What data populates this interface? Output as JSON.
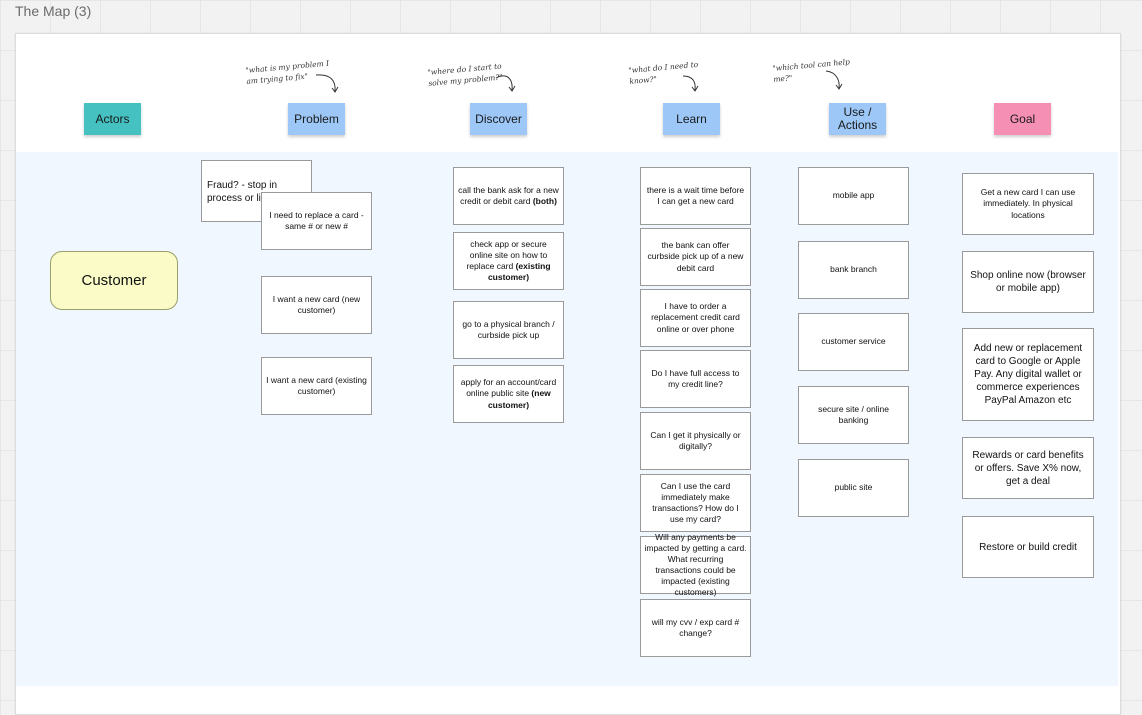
{
  "frame_title": "The Map (3)",
  "headers": [
    {
      "label": "Actors",
      "color": "#45c1c1"
    },
    {
      "label": "Problem",
      "color": "#9cc7f7"
    },
    {
      "label": "Discover",
      "color": "#9cc7f7"
    },
    {
      "label": "Learn",
      "color": "#9cc7f7"
    },
    {
      "label": "Use /\nActions",
      "color": "#9cc7f7"
    },
    {
      "label": "Goal",
      "color": "#f58fb3"
    }
  ],
  "annotations": [
    "\"what is my problem I\nam trying to fix\"",
    "\"where do I start to\nsolve my problem?\"",
    "\"what do I need to\nknow?\"",
    "\"which tool can help\nme?\""
  ],
  "actor": "Customer",
  "problem": {
    "back_card": "Fraud? - stop in process or limited th",
    "cards": [
      "I need to replace a card - same # or new #",
      "I want a new card (new customer)",
      "I want a new card (existing customer)"
    ]
  },
  "discover": [
    {
      "text": "call the bank ask for a new credit or debit card ",
      "bold": "(both)"
    },
    {
      "text": "check app or secure online site on how to replace card ",
      "bold": "(existing customer)"
    },
    {
      "text": "go to a physical branch / curbside pick up",
      "bold": ""
    },
    {
      "text": "apply for an account/card online public site ",
      "bold": "(new customer)"
    }
  ],
  "learn": [
    "there is a wait time before I can get a new card",
    "the bank can offer curbside pick up of a new debit card",
    "I have to order a replacement credit card online or over phone",
    "Do I have full access to my credit line?",
    "Can I get it physically or digitally?",
    "Can I use the card immediately make transactions? How do I use my card?",
    "Will any payments be impacted by getting a card. What recurring transactions could be impacted (existing customers)",
    "will my cvv / exp card # change?"
  ],
  "use_actions": [
    "mobile app",
    "bank branch",
    "customer service",
    "secure site / online banking",
    "public site"
  ],
  "goals": [
    "Get a new card I can use immediately. In physical locations",
    "Shop online now (browser or mobile app)",
    "Add new or replacement card to Google or Apple Pay. Any digital wallet or commerce experiences PayPal Amazon etc",
    "Rewards or card benefits or offers. Save X% now, get a deal",
    "Restore or build credit"
  ]
}
